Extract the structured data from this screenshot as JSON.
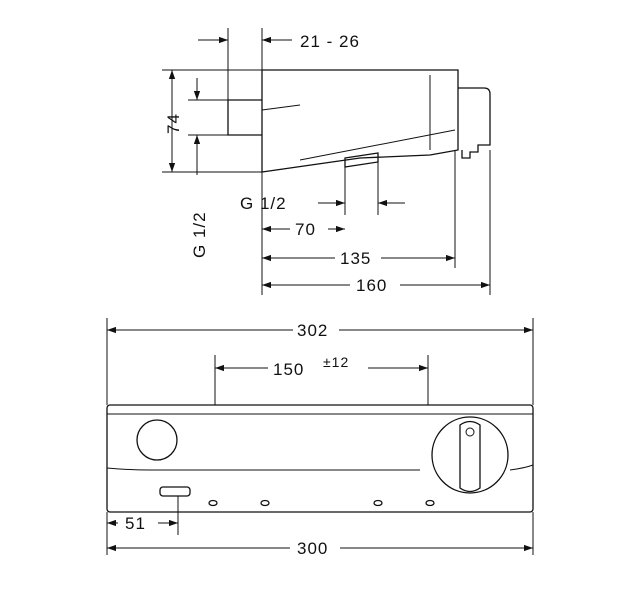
{
  "drawing": {
    "side_view": {
      "dim_offset": "21 - 26",
      "dim_height": "74",
      "dim_thread_vertical": "G 1/2",
      "dim_thread_horizontal": "G 1/2",
      "dim_70": "70",
      "dim_135": "135",
      "dim_160": "160"
    },
    "front_view": {
      "dim_overall_top": "302",
      "dim_center": "150",
      "dim_tolerance": "±12",
      "dim_51": "51",
      "dim_overall_bottom": "300"
    }
  }
}
